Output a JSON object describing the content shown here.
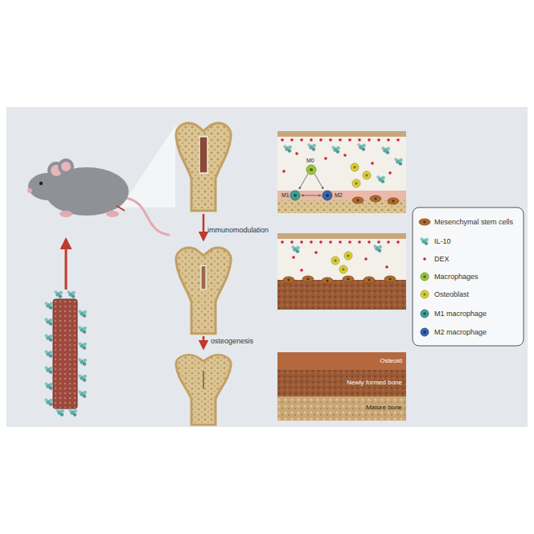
{
  "diagram": {
    "labels": [
      "immunomodulation",
      "osteogenesis",
      "M0",
      "M1",
      "M2",
      "Osteoid",
      "Newly formed bone",
      "Mature bone"
    ],
    "legend": [
      {
        "text": "Mesenchymal stem cells"
      },
      {
        "text": "IL-10"
      },
      {
        "text": "DEX"
      },
      {
        "text": "Macrophages"
      },
      {
        "text": "Osteoblast"
      },
      {
        "text": "M1 macrophage"
      },
      {
        "text": "M2 macrophage"
      }
    ]
  }
}
